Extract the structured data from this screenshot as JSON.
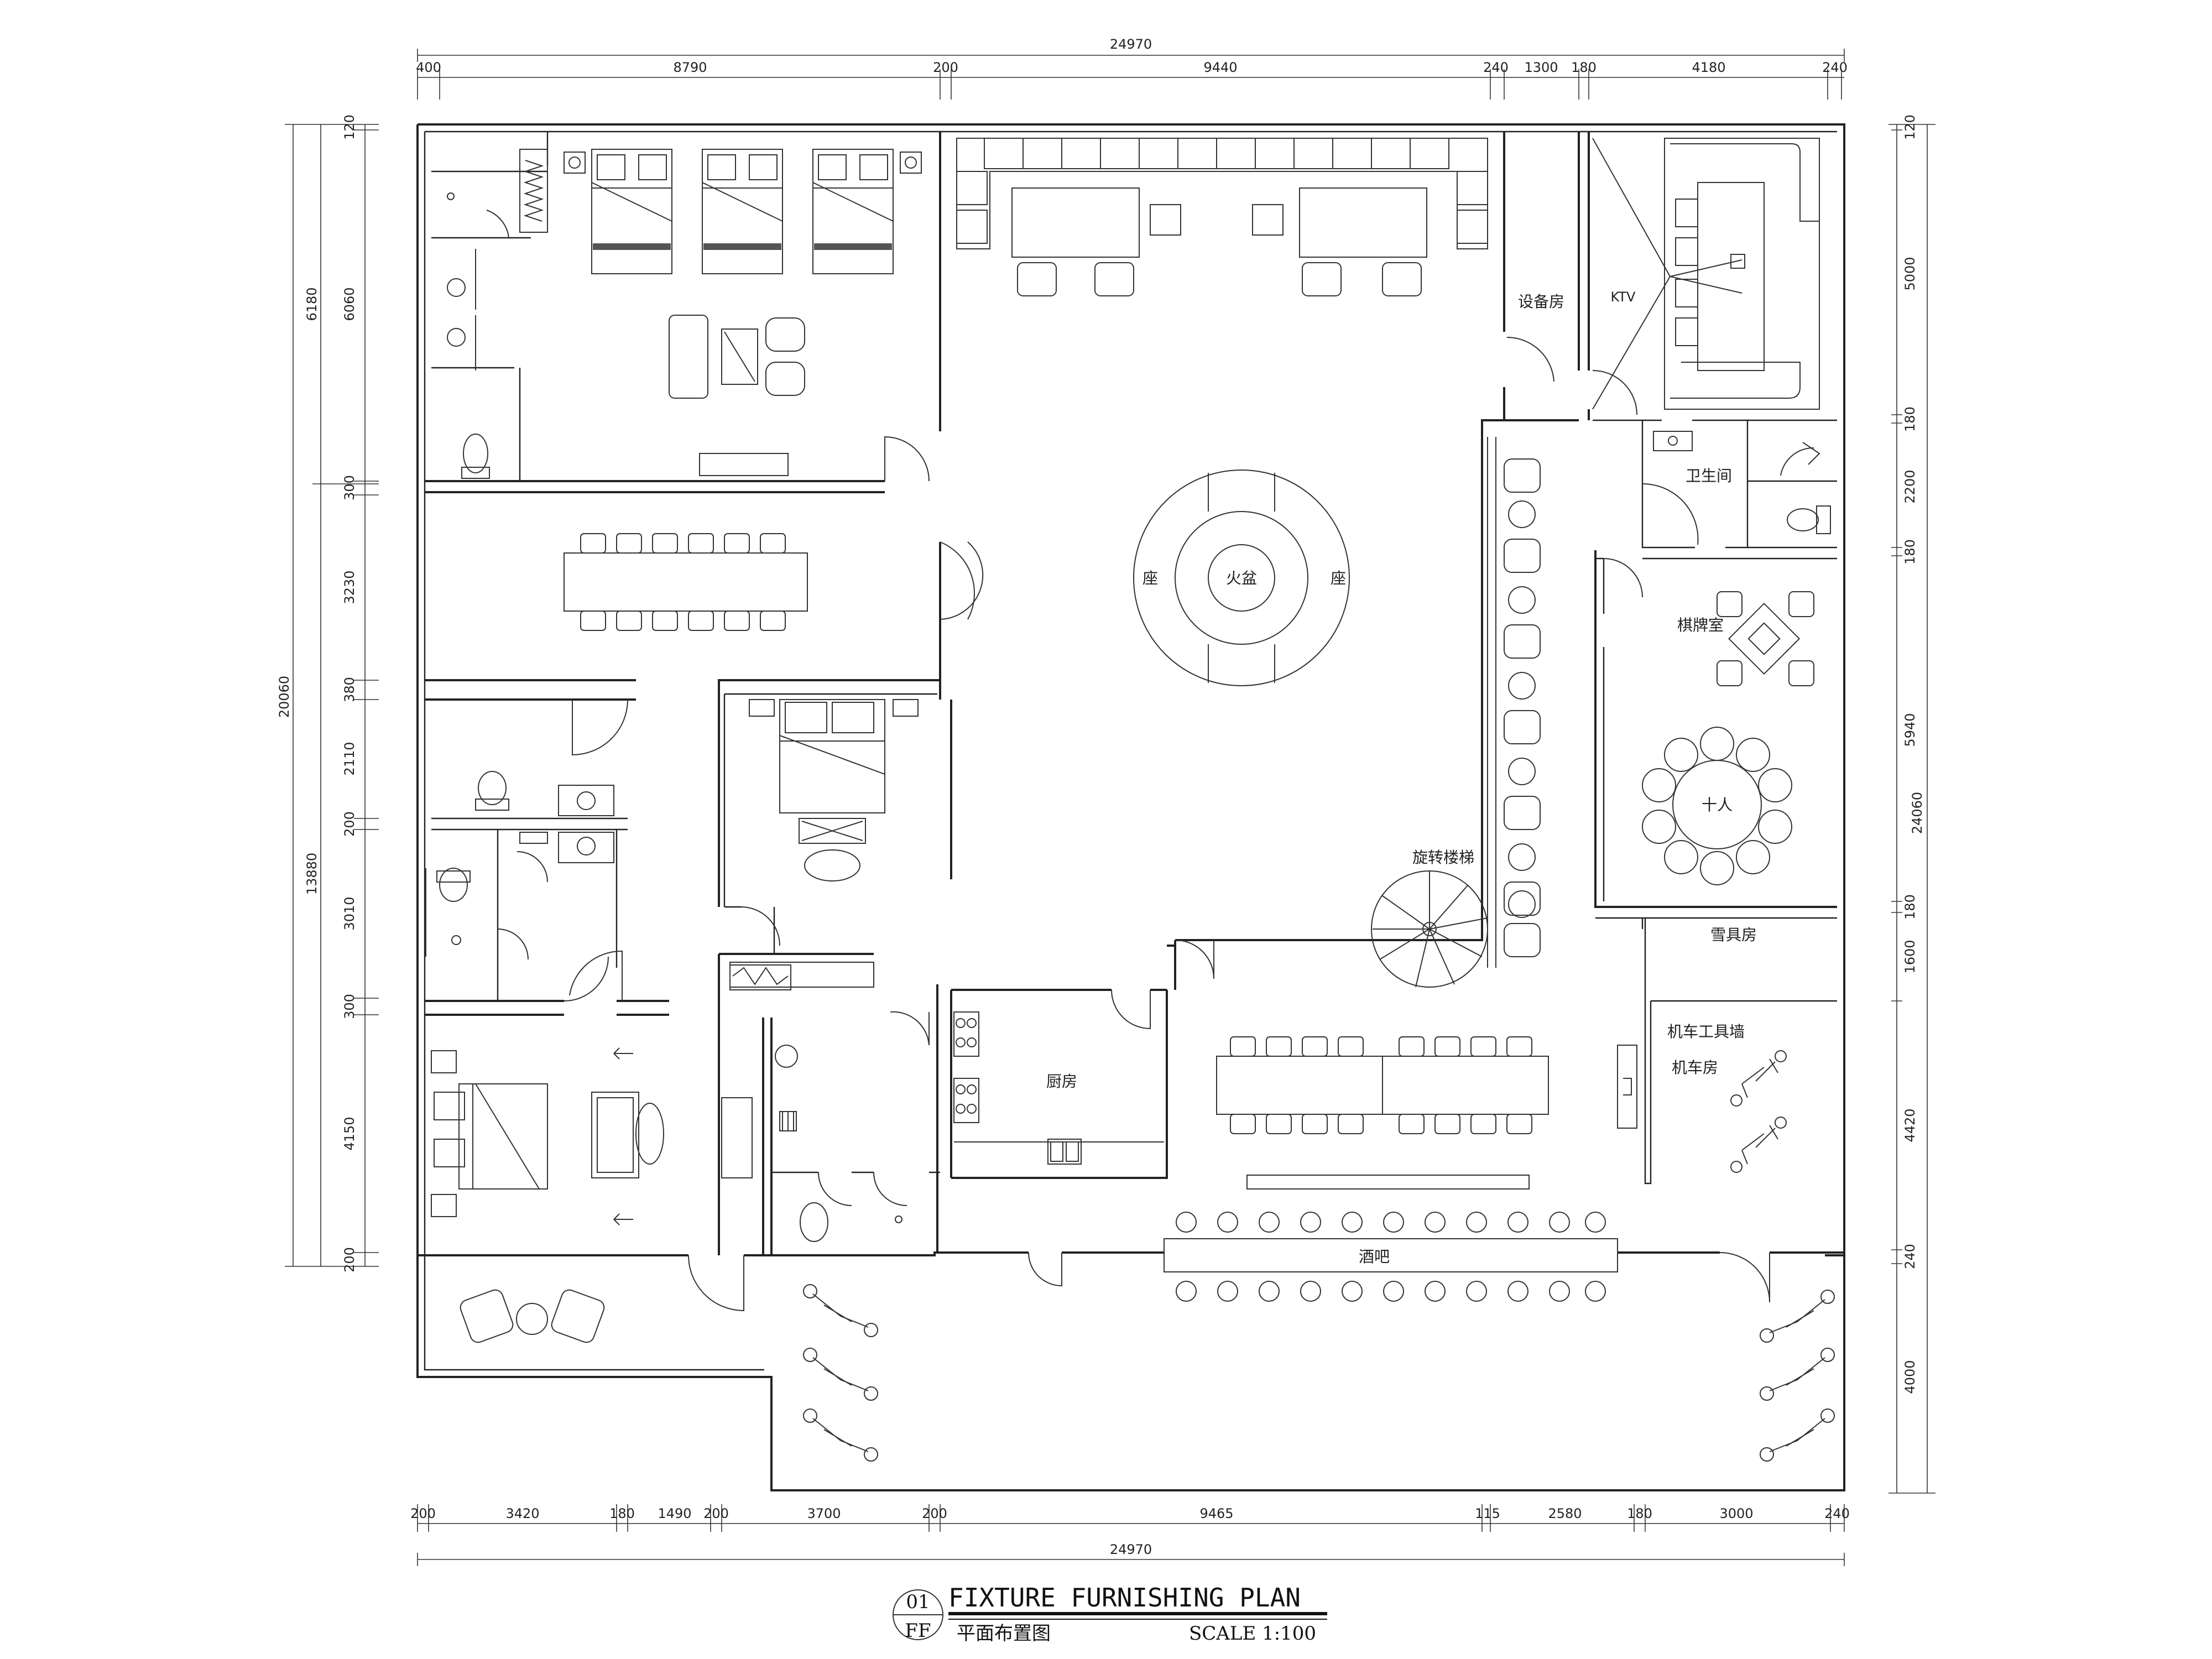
{
  "dimensions": {
    "top_total": "24970",
    "top_segments": [
      "400",
      "8790",
      "200",
      "9440",
      "240",
      "1300",
      "180",
      "4180",
      "240"
    ],
    "bottom_total": "24970",
    "bottom_segments": [
      "200",
      "3420",
      "180",
      "1490",
      "200",
      "3700",
      "200",
      "9465",
      "115",
      "2580",
      "180",
      "3000",
      "240"
    ],
    "left_total": "20060",
    "left_upper": "6180",
    "left_lower": "13880",
    "left_segments": [
      "120",
      "6060",
      "300",
      "3230",
      "380",
      "2110",
      "200",
      "3010",
      "300",
      "4150",
      "200"
    ],
    "right_total": "24060",
    "right_segments": [
      "120",
      "5000",
      "180",
      "2200",
      "180",
      "5940",
      "180",
      "1600",
      "4420",
      "240",
      "4000"
    ]
  },
  "rooms": {
    "equipment": "设备房",
    "ktv": "KTV",
    "toilet": "卫生间",
    "chess": "棋牌室",
    "ten_seat": "十人",
    "fire_pit": "火盆",
    "seat": "座",
    "stairs": "旋转楼梯",
    "ski_room": "雪具房",
    "moto_wall": "机车工具墙",
    "moto_room": "机车房",
    "kitchen": "厨房",
    "bar": "酒吧"
  },
  "title": {
    "number": "01",
    "code": "FF",
    "name_en": "FIXTURE FURNISHING PLAN",
    "name_cn": "平面布置图",
    "scale": "SCALE 1:100"
  }
}
